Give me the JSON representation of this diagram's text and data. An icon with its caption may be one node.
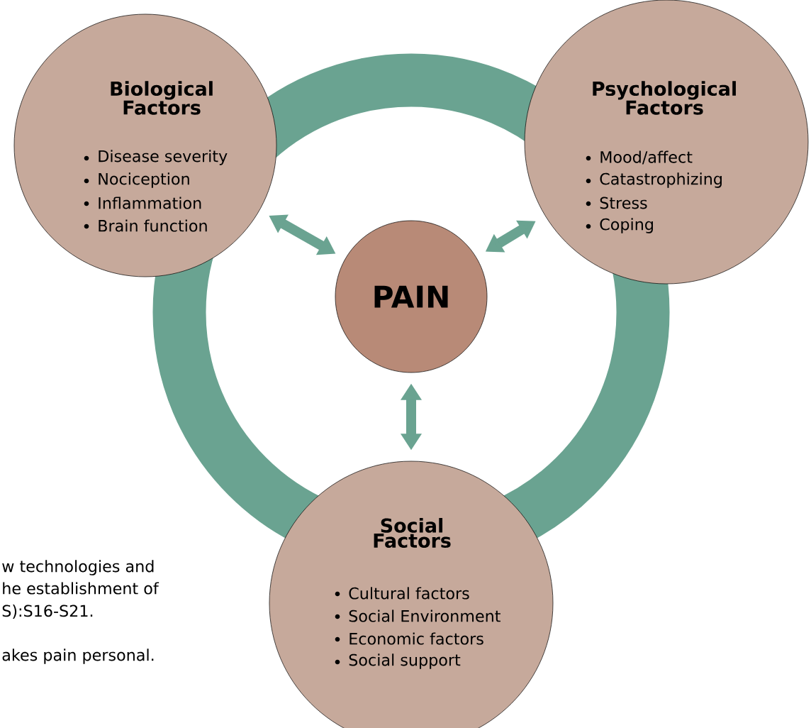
{
  "diagram": {
    "nodes": [
      {
        "text": [
          "Biological Factors",
          "Disease severity",
          "Nociception",
          "Inflammation",
          "Brain function"
        ]
      },
      {
        "text": [
          "Psychological Factors",
          "Mood/affect",
          "Catastrophizing",
          "Stress",
          "Coping"
        ]
      },
      {
        "text": [
          "PAIN"
        ]
      },
      {
        "text": [
          "Social Factors",
          "Cultural factors",
          "Social Environment",
          "Economic factors",
          "Social support"
        ]
      }
    ],
    "edges": [
      {
        "from": 0,
        "to": 2,
        "arrow": "both"
      },
      {
        "from": 1,
        "to": 2,
        "arrow": "both"
      },
      {
        "from": 3,
        "to": 2,
        "arrow": "both"
      }
    ],
    "labels": [
      "w technologies and",
      "he establishment of",
      "S):S16-S21.",
      "akes pain personal."
    ]
  }
}
